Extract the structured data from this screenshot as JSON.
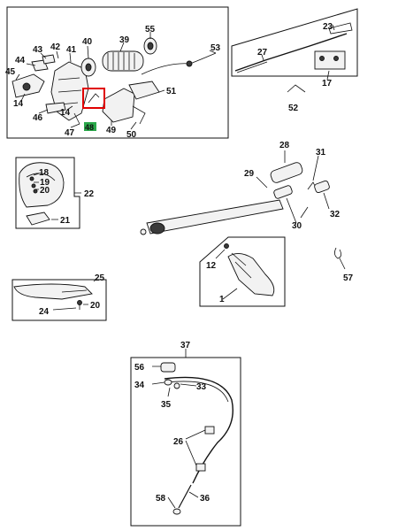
{
  "colors": {
    "highlight": "#e00000",
    "badge": "#2aa84a",
    "ink": "#111111"
  },
  "callouts": {
    "n55": "55",
    "n40": "40",
    "n39": "39",
    "n43": "43",
    "n42": "42",
    "n41": "41",
    "n44": "44",
    "n53": "53",
    "n45": "45",
    "n51": "51",
    "n14a": "14",
    "n14b": "14",
    "n46": "46",
    "n47": "47",
    "n48": "48",
    "n49": "49",
    "n50": "50",
    "n23": "23",
    "n27": "27",
    "n17": "17",
    "n52": "52",
    "n28": "28",
    "n31": "31",
    "n29": "29",
    "n32": "32",
    "n30": "30",
    "n18": "18",
    "n19": "19",
    "n20a": "20",
    "n22": "22",
    "n21": "21",
    "n12": "12",
    "n1": "1",
    "n57": "57",
    "n25": "25",
    "n20b": "20",
    "n24": "24",
    "n37": "37",
    "n56": "56",
    "n34": "34",
    "n33": "33",
    "n35": "35",
    "n26": "26",
    "n58": "58",
    "n36": "36"
  }
}
